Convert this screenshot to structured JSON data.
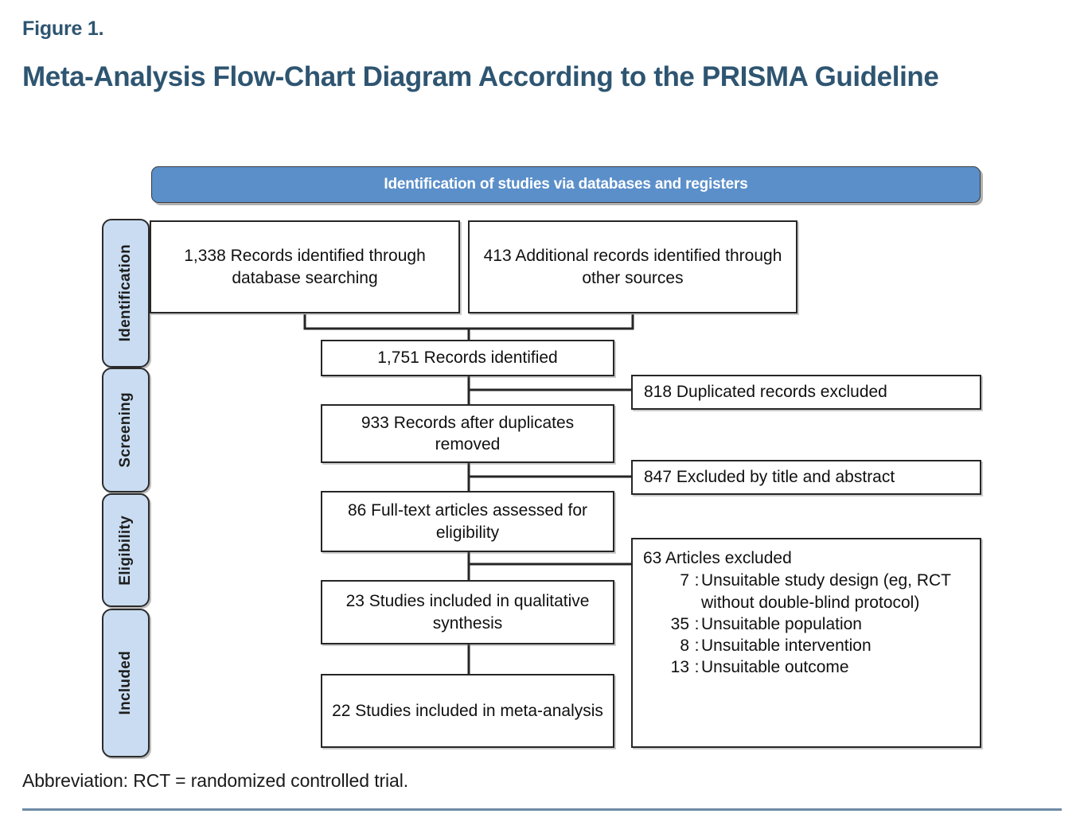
{
  "figure": {
    "label": "Figure 1.",
    "title": "Meta-Analysis Flow-Chart Diagram According to the PRISMA Guideline"
  },
  "banner": {
    "text": "Identification of studies via databases and registers",
    "bg_color": "#5b8fc9",
    "text_color": "#ffffff"
  },
  "stages": [
    {
      "label": "Identification"
    },
    {
      "label": "Screening"
    },
    {
      "label": "Eligibility"
    },
    {
      "label": "Included"
    }
  ],
  "stage_pill_color": "#c9dcf1",
  "title_color": "#2e5571",
  "boxes": {
    "records_database": "1,338 Records identified through database searching",
    "records_other": "413 Additional records identified through other sources",
    "records_identified": "1,751 Records identified",
    "records_dedup": "933 Records after duplicates removed",
    "fulltext_assessed": "86 Full-text articles assessed for eligibility",
    "qualitative": "23 Studies included in qualitative synthesis",
    "meta_analysis": "22 Studies included in meta-analysis",
    "duplicates_excluded": "818 Duplicated records excluded",
    "title_abstract_excluded": "847 Excluded by title and abstract"
  },
  "articles_excluded": {
    "heading": "63 Articles excluded",
    "reasons": [
      {
        "count": "7",
        "separator": ":",
        "text": "Unsuitable study design (eg, RCT without double-blind protocol)"
      },
      {
        "count": "35",
        "separator": ":",
        "text": "Unsuitable population"
      },
      {
        "count": "8",
        "separator": ":",
        "text": "Unsuitable intervention"
      },
      {
        "count": "13",
        "separator": ":",
        "text": "Unsuitable outcome"
      }
    ]
  },
  "footnote": "Abbreviation: RCT = randomized controlled trial.",
  "chart_data": {
    "type": "diagram",
    "diagram_kind": "PRISMA flow chart",
    "title": "Meta-Analysis Flow-Chart Diagram According to the PRISMA Guideline",
    "nodes": [
      {
        "id": "db",
        "stage": "Identification",
        "value": 1338,
        "label": "1,338 Records identified through database searching"
      },
      {
        "id": "other",
        "stage": "Identification",
        "value": 413,
        "label": "413 Additional records identified through other sources"
      },
      {
        "id": "total",
        "stage": "Identification",
        "value": 1751,
        "label": "1,751 Records identified"
      },
      {
        "id": "dedup",
        "stage": "Screening",
        "value": 933,
        "label": "933 Records after duplicates removed"
      },
      {
        "id": "dupexcl",
        "stage": "Screening",
        "value": 818,
        "label": "818 Duplicated records excluded"
      },
      {
        "id": "fulltext",
        "stage": "Eligibility",
        "value": 86,
        "label": "86 Full-text articles assessed for eligibility"
      },
      {
        "id": "taexcl",
        "stage": "Screening",
        "value": 847,
        "label": "847 Excluded by title and abstract"
      },
      {
        "id": "artexcl",
        "stage": "Eligibility",
        "value": 63,
        "label": "63 Articles excluded"
      },
      {
        "id": "qual",
        "stage": "Included",
        "value": 23,
        "label": "23 Studies included in qualitative synthesis"
      },
      {
        "id": "meta",
        "stage": "Included",
        "value": 22,
        "label": "22 Studies included in meta-analysis"
      }
    ],
    "edges": [
      {
        "from": "db",
        "to": "total"
      },
      {
        "from": "other",
        "to": "total"
      },
      {
        "from": "total",
        "to": "dedup"
      },
      {
        "from": "total",
        "to": "dupexcl"
      },
      {
        "from": "dedup",
        "to": "fulltext"
      },
      {
        "from": "dedup",
        "to": "taexcl"
      },
      {
        "from": "fulltext",
        "to": "qual"
      },
      {
        "from": "fulltext",
        "to": "artexcl"
      },
      {
        "from": "qual",
        "to": "meta"
      }
    ],
    "exclusion_breakdown": {
      "total": 63,
      "Unsuitable study design (eg, RCT without double-blind protocol)": 7,
      "Unsuitable population": 35,
      "Unsuitable intervention": 8,
      "Unsuitable outcome": 13
    }
  }
}
